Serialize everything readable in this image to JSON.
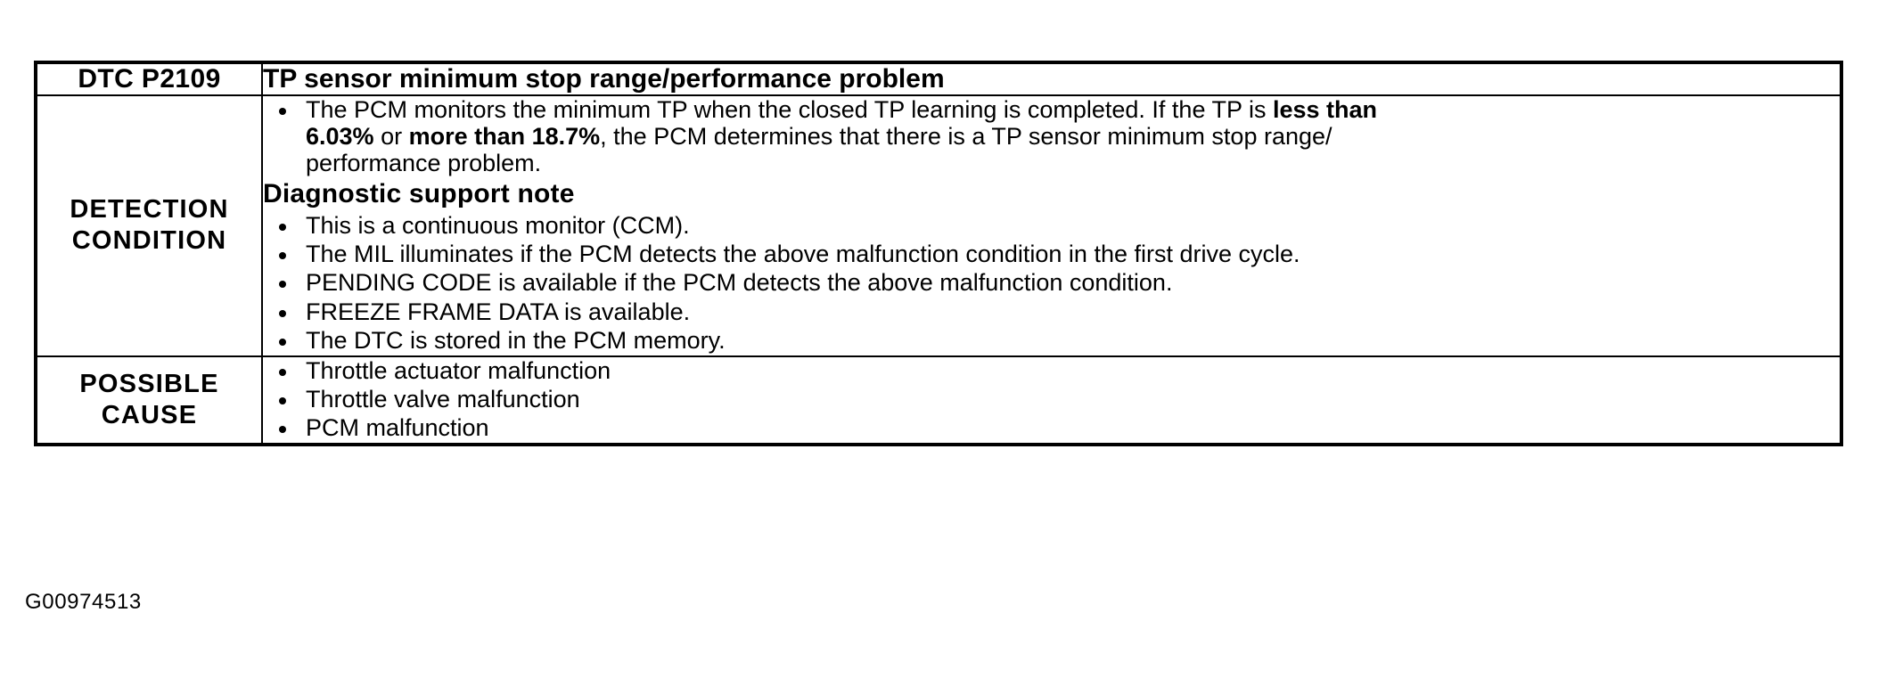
{
  "document": {
    "figure_id": "G00974513"
  },
  "table": {
    "header": {
      "code_label": "DTC P2109",
      "title": "TP sensor minimum stop range/performance problem"
    },
    "rows": [
      {
        "label_lines": [
          "DETECTION",
          "CONDITION"
        ],
        "detection_bullet": {
          "part1": "The PCM monitors the minimum TP when the closed TP learning is completed. If the TP is ",
          "bold1": "less than",
          "bold2": "6.03%",
          "mid": " or ",
          "bold3": "more than 18.7%",
          "part2": ", the PCM determines that there is a TP sensor minimum stop range/",
          "part3": "performance problem."
        },
        "subhead": "Diagnostic support note",
        "support_notes": [
          "This is a continuous monitor (CCM).",
          "The MIL illuminates if the PCM detects the above malfunction condition in the first drive cycle.",
          "PENDING CODE is available if the PCM detects the above malfunction condition.",
          "FREEZE FRAME DATA is available.",
          "The DTC is stored in the PCM memory."
        ]
      },
      {
        "label_lines": [
          "POSSIBLE",
          "CAUSE"
        ],
        "causes": [
          "Throttle actuator malfunction",
          "Throttle valve malfunction",
          "PCM malfunction"
        ]
      }
    ]
  }
}
